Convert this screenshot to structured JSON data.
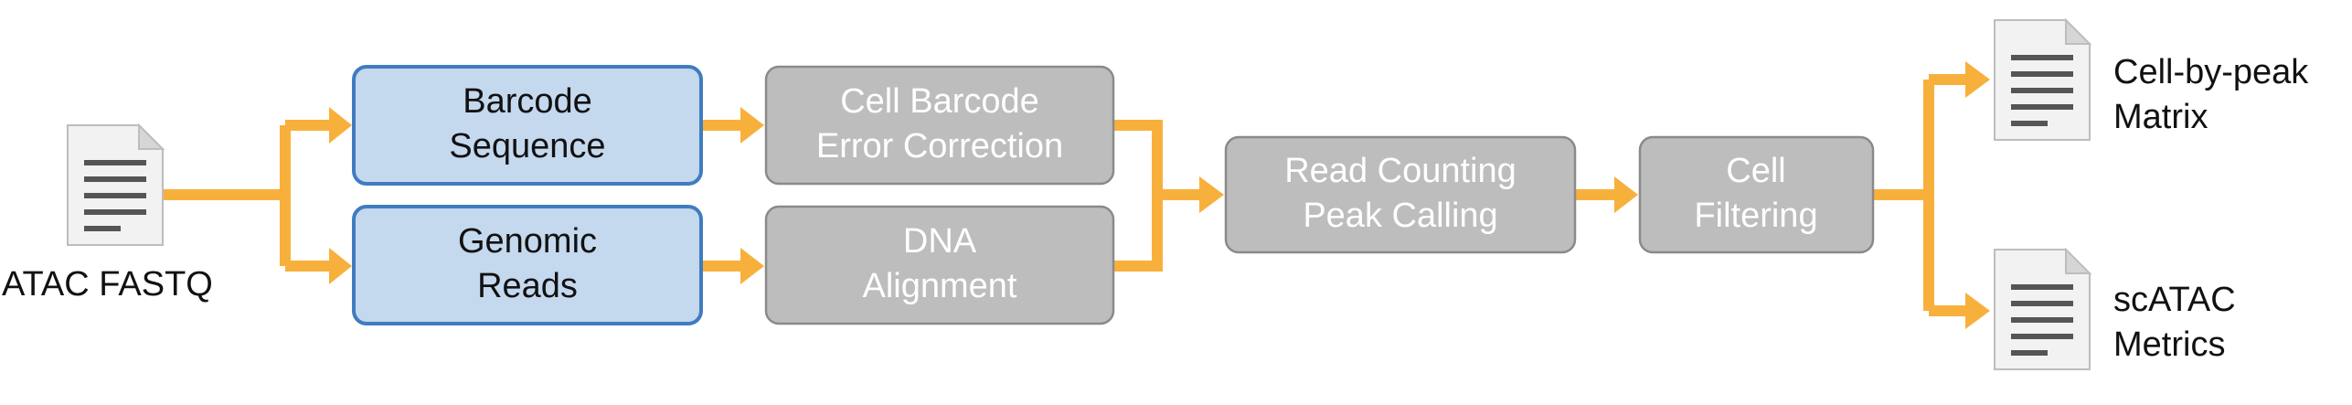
{
  "colors": {
    "arrow": "#f8b03c",
    "blue_fill": "#c4d8ee",
    "blue_border": "#3f7cc0",
    "gray_fill": "#bdbdbd",
    "gray_border": "#8a8a8a",
    "document": "#f2f2f2"
  },
  "input": {
    "label": "ATAC FASTQ",
    "icon": "document-icon"
  },
  "steps": {
    "barcode_sequence": [
      "Barcode",
      "Sequence"
    ],
    "genomic_reads": [
      "Genomic",
      "Reads"
    ],
    "cell_barcode_error_correction": [
      "Cell Barcode",
      "Error Correction"
    ],
    "dna_alignment": [
      "DNA",
      "Alignment"
    ],
    "read_counting_peak_calling": [
      "Read Counting",
      "Peak Calling"
    ],
    "cell_filtering": [
      "Cell",
      "Filtering"
    ]
  },
  "outputs": {
    "cell_by_peak_matrix": {
      "lines": [
        "Cell-by-peak",
        "Matrix"
      ],
      "icon": "document-icon"
    },
    "scatac_metrics": {
      "lines": [
        "scATAC",
        "Metrics"
      ],
      "icon": "document-icon"
    }
  }
}
